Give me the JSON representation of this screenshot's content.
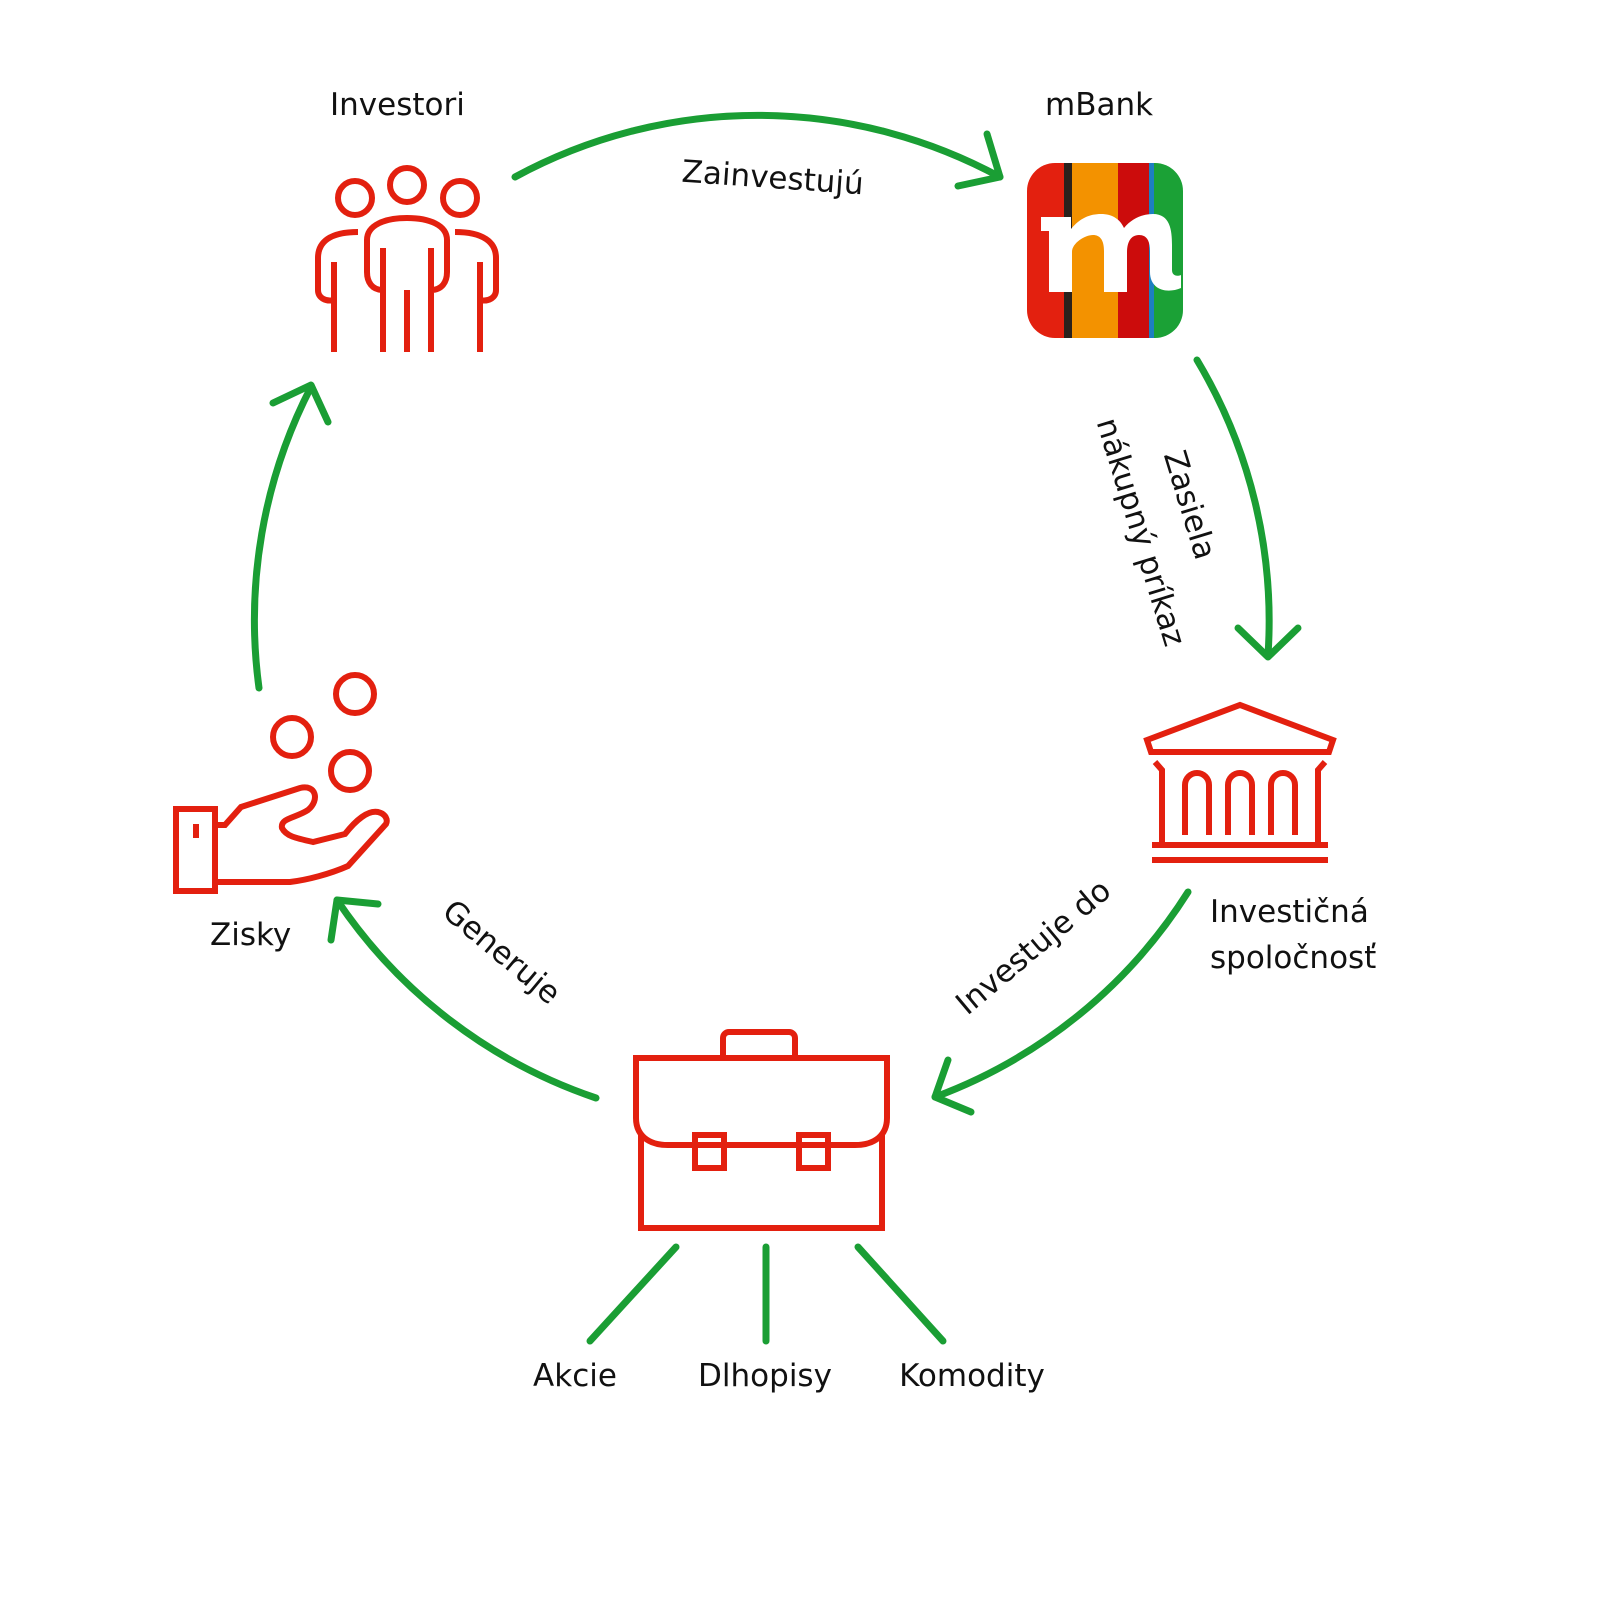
{
  "nodes": {
    "investors": "Investori",
    "mbank": "mBank",
    "fund_company_line1": "Investičná",
    "fund_company_line2": "spoločnosť",
    "profits": "Zisky"
  },
  "edges": {
    "invest": "Zainvestujú",
    "send_line1": "Zasiela",
    "send_line2": "nákupný príkaz",
    "invests_in": "Investuje do",
    "generates": "Generuje"
  },
  "assets": [
    "Akcie",
    "Dlhopisy",
    "Komodity"
  ],
  "colors": {
    "icon": "#e3200f",
    "arrow": "#1a9e34"
  }
}
